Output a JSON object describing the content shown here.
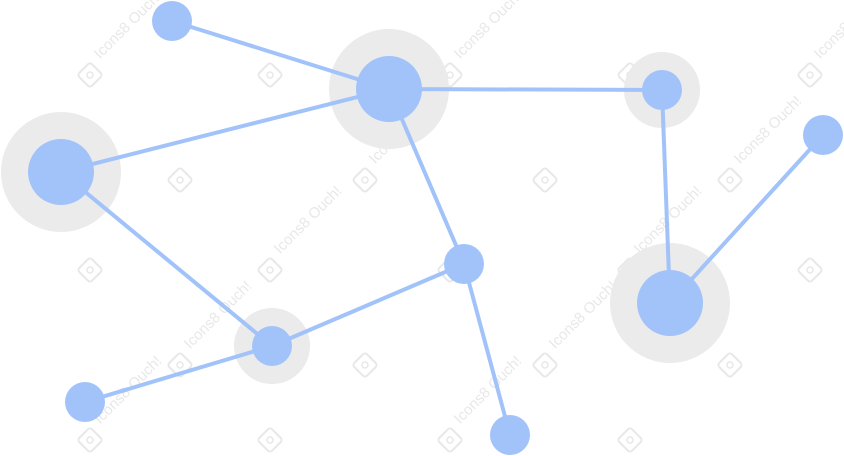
{
  "colors": {
    "background": "#ffffff",
    "node": "#a1c3f9",
    "edge": "#a1c3f9",
    "halo": "#ebebeb",
    "watermark": "#e8e8e8"
  },
  "watermark": {
    "text": "Icons8 Ouch!",
    "icon": "icons8-logo-icon"
  },
  "nodes": [
    {
      "id": "n1",
      "size": "small",
      "halo": false
    },
    {
      "id": "n2",
      "size": "large",
      "halo": true
    },
    {
      "id": "n3",
      "size": "large",
      "halo": true
    },
    {
      "id": "n4",
      "size": "medium",
      "halo": true
    },
    {
      "id": "n5",
      "size": "small",
      "halo": false
    },
    {
      "id": "n6",
      "size": "medium",
      "halo": false
    },
    {
      "id": "n7",
      "size": "medium",
      "halo": true
    },
    {
      "id": "n8",
      "size": "small",
      "halo": false
    },
    {
      "id": "n9",
      "size": "small",
      "halo": false
    },
    {
      "id": "n10",
      "size": "large",
      "halo": true
    }
  ],
  "edges": [
    [
      "n1",
      "n2"
    ],
    [
      "n2",
      "n3"
    ],
    [
      "n2",
      "n4"
    ],
    [
      "n2",
      "n6"
    ],
    [
      "n3",
      "n7"
    ],
    [
      "n7",
      "n6"
    ],
    [
      "n7",
      "n8"
    ],
    [
      "n6",
      "n9"
    ],
    [
      "n4",
      "n10"
    ],
    [
      "n5",
      "n10"
    ]
  ]
}
